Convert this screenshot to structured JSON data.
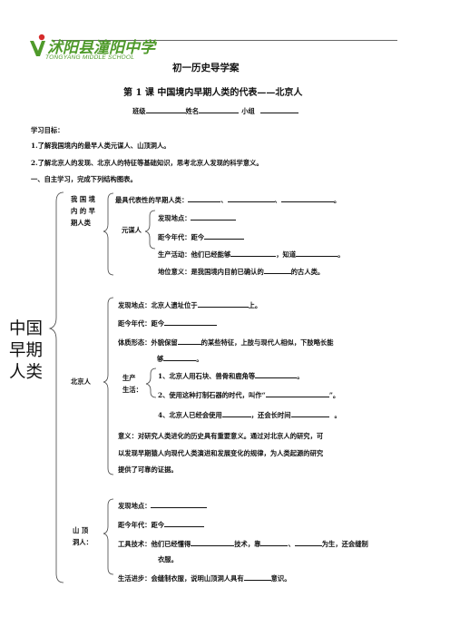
{
  "logo": {
    "name_cn": "沭阳县潼阳中学",
    "name_en": "TONGYANG MIDDLE SCHOOL",
    "color": "#4f9a2b"
  },
  "header": {
    "title": "初一历史导学案",
    "lesson": "第 1 课  中国境内早期人类的代表——北京人",
    "class_label": "班级",
    "name_label": "姓名",
    "group_label": "小组"
  },
  "objectives": {
    "heading": "学习目标：",
    "items": [
      "1.了解我国境内的最早人类元谋人、山顶洞人。",
      "2.了解北京人的发现、北京人的特征等基础知识，思考北京人发现的科学意义。"
    ]
  },
  "task": "一、自主学习，完成下列结构图表。",
  "root_label": [
    "中国",
    "早期",
    "人类"
  ],
  "section1": {
    "label": [
      "我 国 境",
      "内 的 早",
      "期人类"
    ],
    "rep_line": "最具代表性的早期人类：",
    "yuanmou": "元谋人",
    "site": "发现地点：",
    "age": "距今年代：距今",
    "activity_a": "生产活动：他们已经能够",
    "activity_b": "，知道",
    "status_a": "地位意义：是我国境内目前已确认的",
    "status_b": "的古人类。"
  },
  "section2": {
    "label": "北京人",
    "site_a": "发现地点：北京人遗址位于",
    "site_b": "上。",
    "age": "距今年代：距今",
    "body_a": "体质形态：外貌保留",
    "body_b": "的某些特征，上肢与现代人相似，下肢略长能",
    "body_c": "够",
    "prod_label": [
      "生产",
      "生活："
    ],
    "prod_1": "1、北京人用石块、兽骨和鹿角等",
    "prod_2a": "2、使用这种打制石器的时代，叫作“",
    "prod_2b": "”。",
    "prod_4a": "4、北京人已经会使用",
    "prod_4b": "，还会长时间",
    "meaning": [
      "意义：对研究人类进化的历史具有重要意义。通过对北京人的研究，可",
      "以发现早期猿人向现代人类演进和发展变化的规律，为人类起源的研究",
      "提供了可靠的证据。"
    ]
  },
  "section3": {
    "label": [
      "山  顶",
      "洞人："
    ],
    "site": "发现地点：",
    "age": "距今年代：距今",
    "tool_a": "工具技术：他们已经懂得",
    "tool_b": "技术，靠",
    "tool_c": "、",
    "tool_d": "为生，还会缝制",
    "tool_e": "衣服。",
    "life_a": "生活进步：会缝制衣服，说明山顶洞人具有",
    "life_b": "意识。"
  }
}
